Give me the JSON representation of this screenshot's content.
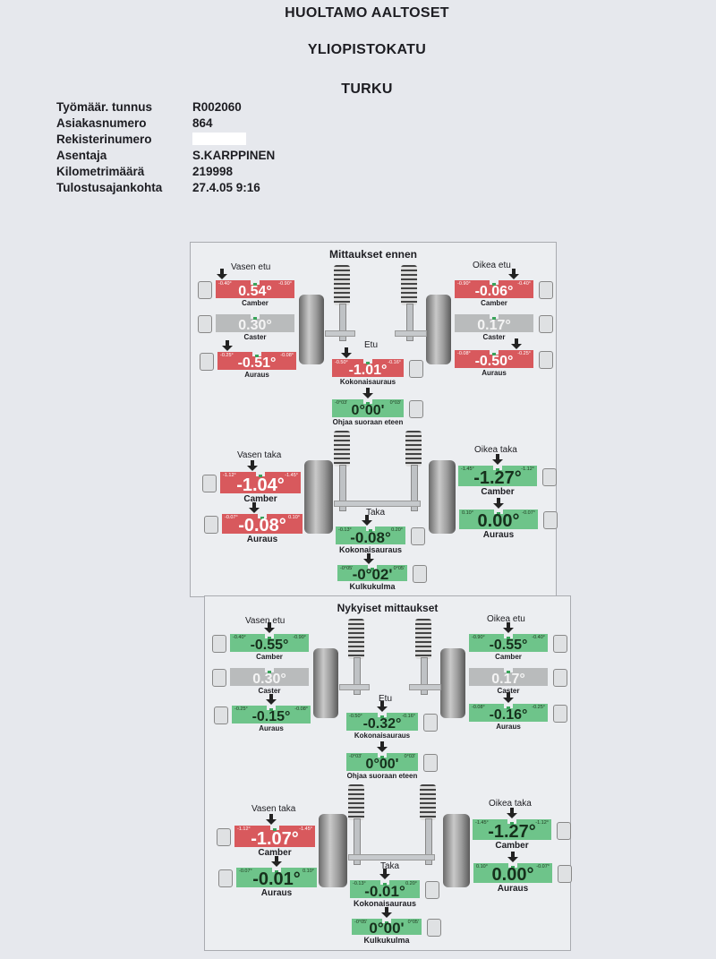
{
  "header": {
    "shop_name": "HUOLTAMO AALTOSET",
    "street": "YLIOPISTOKATU",
    "city": "TURKU"
  },
  "info": [
    {
      "label": "Työmäär. tunnus",
      "value": "R002060"
    },
    {
      "label": "Asiakasnumero",
      "value": "864"
    },
    {
      "label": "Rekisterinumero",
      "value": ""
    },
    {
      "label": "Asentaja",
      "value": "S.KARPPINEN"
    },
    {
      "label": "Kilometrimäärä",
      "value": "219998"
    },
    {
      "label": "Tulostusajankohta",
      "value": "27.4.05 9:16"
    }
  ],
  "colors": {
    "red": "#d8595d",
    "green": "#6ec48a",
    "gray": "#b9bbbc"
  },
  "panels": [
    {
      "title": "Mittaukset ennen",
      "corners": {
        "left_front": "Vasen etu",
        "right_front": "Oikea etu",
        "front": "Etu",
        "left_rear": "Vasen taka",
        "right_rear": "Oikea taka",
        "rear": "Taka"
      },
      "gauges": {
        "lf_camber": {
          "label": "Camber",
          "value": "0.54°",
          "min": "-0.40°",
          "max": "-0.90°",
          "status": "red",
          "indicator": 0.08
        },
        "lf_caster": {
          "label": "Caster",
          "value": "0.30°",
          "status": "gray"
        },
        "lf_toe": {
          "label": "Auraus",
          "value": "-0.51°",
          "min": "-0.25°",
          "max": "-0.08°",
          "status": "red",
          "indicator": 0.12
        },
        "rf_camber": {
          "label": "Camber",
          "value": "-0.06°",
          "min": "-0.90°",
          "max": "-0.40°",
          "status": "red",
          "indicator": 0.75
        },
        "rf_caster": {
          "label": "Caster",
          "value": "0.17°",
          "status": "gray"
        },
        "rf_toe": {
          "label": "Auraus",
          "value": "-0.50°",
          "min": "-0.08°",
          "max": "-0.25°",
          "status": "red",
          "indicator": 0.78
        },
        "front_total_toe": {
          "label": "Kokonaisauraus",
          "value": "-1.01°",
          "min": "-0.50°",
          "max": "-0.16°",
          "status": "red",
          "indicator": 0.2
        },
        "steering": {
          "label": "Ohjaa suoraan eteen",
          "value": "0°00'",
          "min": "-0°03'",
          "max": "0°03'",
          "status": "green",
          "indicator": 0.5
        },
        "lr_camber": {
          "label": "Camber",
          "value": "-1.04°",
          "min": "-1.12°",
          "max": "-1.45°",
          "status": "red",
          "indicator": 0.4
        },
        "lr_toe": {
          "label": "Auraus",
          "value": "-0.08°",
          "min": "-0.07°",
          "max": "0.10°",
          "status": "red",
          "indicator": 0.4
        },
        "rr_camber": {
          "label": "Camber",
          "value": "-1.27°",
          "min": "-1.45°",
          "max": "-1.12°",
          "status": "green",
          "indicator": 0.5
        },
        "rr_toe": {
          "label": "Auraus",
          "value": "0.00°",
          "min": "0.10°",
          "max": "-0.07°",
          "status": "green",
          "indicator": 0.5
        },
        "rear_total_toe": {
          "label": "Kokonaisauraus",
          "value": "-0.08°",
          "min": "-0.13°",
          "max": "0.20°",
          "status": "green",
          "indicator": 0.45
        },
        "thrust_angle": {
          "label": "Kulkukulma",
          "value": "-0°02'",
          "min": "-0°05'",
          "max": "0°05'",
          "status": "green",
          "indicator": 0.45
        }
      }
    },
    {
      "title": "Nykyiset mittaukset",
      "corners": {
        "left_front": "Vasen etu",
        "right_front": "Oikea etu",
        "front": "Etu",
        "left_rear": "Vasen taka",
        "right_rear": "Oikea taka",
        "rear": "Taka"
      },
      "gauges": {
        "lf_camber": {
          "label": "Camber",
          "value": "-0.55°",
          "min": "-0.40°",
          "max": "-0.90°",
          "status": "green",
          "indicator": 0.5
        },
        "lf_caster": {
          "label": "Caster",
          "value": "0.30°",
          "status": "gray"
        },
        "lf_toe": {
          "label": "Auraus",
          "value": "-0.15°",
          "min": "-0.25°",
          "max": "-0.08°",
          "status": "green",
          "indicator": 0.5
        },
        "rf_camber": {
          "label": "Camber",
          "value": "-0.55°",
          "min": "-0.90°",
          "max": "-0.40°",
          "status": "green",
          "indicator": 0.5
        },
        "rf_caster": {
          "label": "Caster",
          "value": "0.17°",
          "status": "gray"
        },
        "rf_toe": {
          "label": "Auraus",
          "value": "-0.16°",
          "min": "-0.08°",
          "max": "-0.25°",
          "status": "green",
          "indicator": 0.5
        },
        "front_total_toe": {
          "label": "Kokonaisauraus",
          "value": "-0.32°",
          "min": "-0.50°",
          "max": "-0.16°",
          "status": "green",
          "indicator": 0.5
        },
        "steering": {
          "label": "Ohjaa suoraan eteen",
          "value": "0°00'",
          "min": "-0°03'",
          "max": "0°03'",
          "status": "green",
          "indicator": 0.5
        },
        "lr_camber": {
          "label": "Camber",
          "value": "-1.07°",
          "min": "-1.12°",
          "max": "-1.45°",
          "status": "red",
          "indicator": 0.45
        },
        "lr_toe": {
          "label": "Auraus",
          "value": "-0.01°",
          "min": "-0.07°",
          "max": "0.10°",
          "status": "green",
          "indicator": 0.5
        },
        "rr_camber": {
          "label": "Camber",
          "value": "-1.27°",
          "min": "-1.45°",
          "max": "-1.12°",
          "status": "green",
          "indicator": 0.5
        },
        "rr_toe": {
          "label": "Auraus",
          "value": "0.00°",
          "min": "0.10°",
          "max": "-0.07°",
          "status": "green",
          "indicator": 0.5
        },
        "rear_total_toe": {
          "label": "Kokonaisauraus",
          "value": "-0.01°",
          "min": "-0.13°",
          "max": "0.20°",
          "status": "green",
          "indicator": 0.5
        },
        "thrust_angle": {
          "label": "Kulkukulma",
          "value": "0°00'",
          "min": "-0°05'",
          "max": "0°05'",
          "status": "green",
          "indicator": 0.5
        }
      }
    }
  ]
}
